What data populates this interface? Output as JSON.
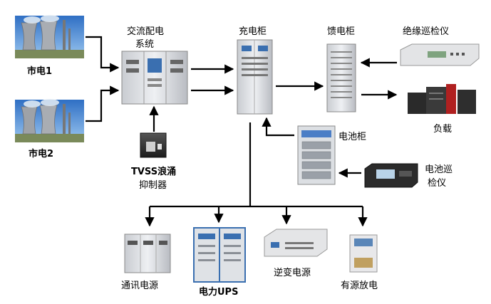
{
  "labels": {
    "mains1": "市电1",
    "mains2": "市电2",
    "ac_panel_line1": "交流配电",
    "ac_panel_line2": "系统",
    "charger": "充电柜",
    "feeder": "馈电柜",
    "insulation_monitor": "绝缘巡检仪",
    "load": "负载",
    "battery_cabinet": "电池柜",
    "battery_monitor_line1": "电池巡",
    "battery_monitor_line2": "检仪",
    "tvss_line1": "TVSS浪涌",
    "tvss_line2": "抑制器",
    "comm_power": "通讯电源",
    "power_ups": "电力UPS",
    "inverter": "逆变电源",
    "active_discharge": "有源放电"
  },
  "icons": {
    "mains1_image": "power-plant-image",
    "mains2_image": "power-plant-image",
    "ac_panel_image": "ac-distribution-cabinet-image",
    "charger_image": "charger-cabinet-image",
    "feeder_image": "feeder-cabinet-image",
    "insulation_image": "rack-monitor-device-image",
    "load_image": "server-racks-image",
    "battery_image": "battery-cabinet-image",
    "battery_monitor_image": "battery-monitor-device-image",
    "tvss_image": "surge-suppressor-image",
    "comm_image": "telecom-cabinet-image",
    "ups_image": "ups-cabinet-image",
    "inverter_image": "inverter-rack-image",
    "discharge_image": "discharge-unit-image"
  }
}
